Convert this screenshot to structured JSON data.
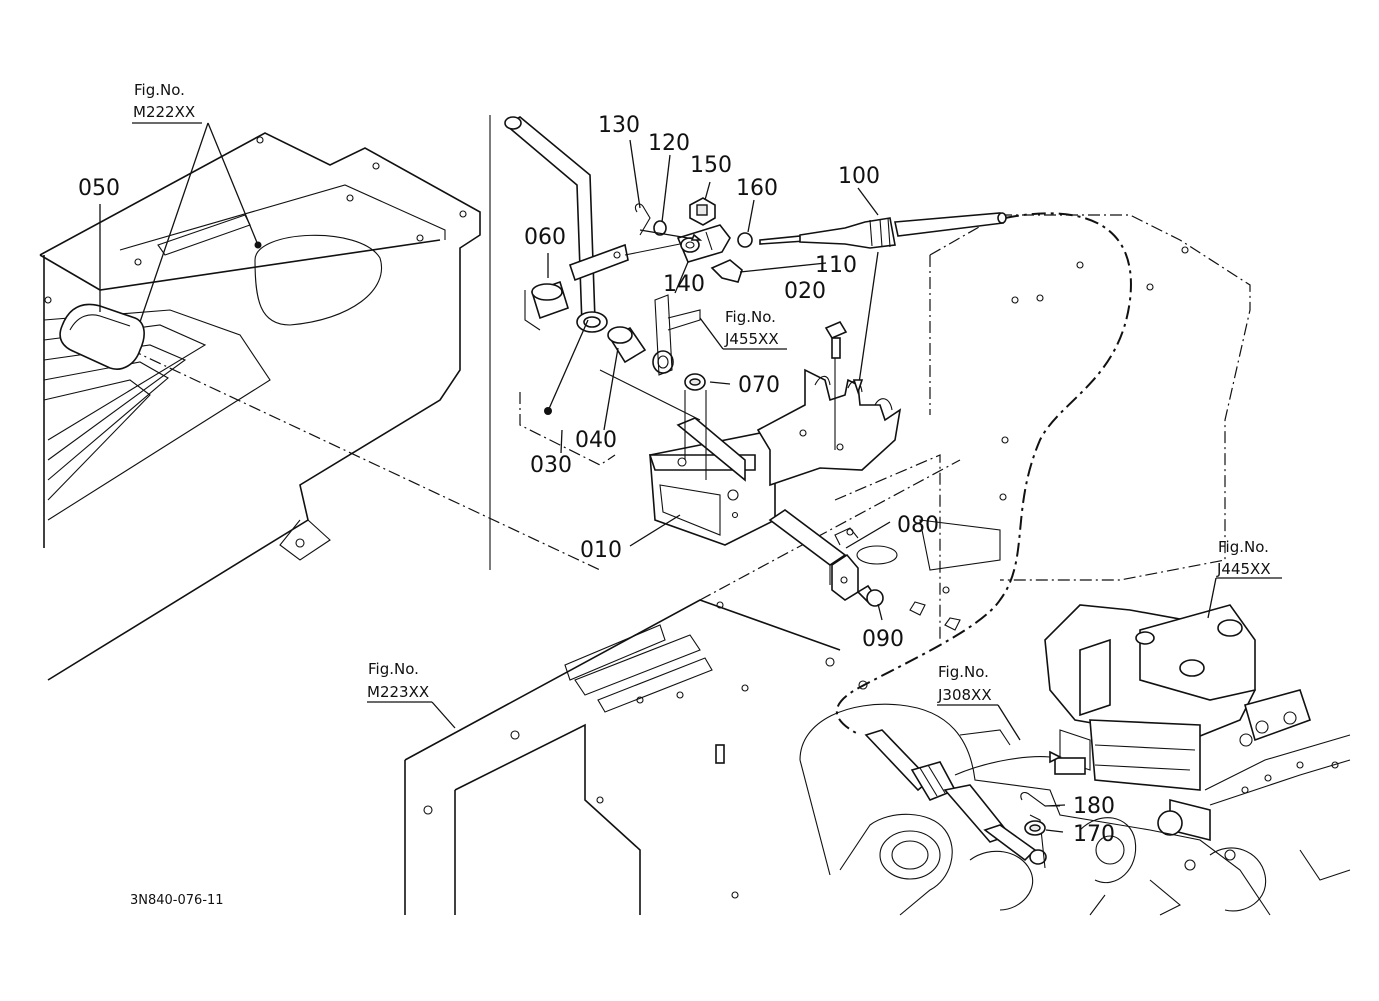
{
  "diagram": {
    "drawing_number": "3N840-076-11",
    "parts": [
      {
        "id": "p010",
        "label": "010"
      },
      {
        "id": "p020",
        "label": "020"
      },
      {
        "id": "p030",
        "label": "030"
      },
      {
        "id": "p040",
        "label": "040"
      },
      {
        "id": "p050",
        "label": "050"
      },
      {
        "id": "p060",
        "label": "060"
      },
      {
        "id": "p070",
        "label": "070"
      },
      {
        "id": "p080",
        "label": "080"
      },
      {
        "id": "p090",
        "label": "090"
      },
      {
        "id": "p100",
        "label": "100"
      },
      {
        "id": "p110",
        "label": "110"
      },
      {
        "id": "p120",
        "label": "120"
      },
      {
        "id": "p130",
        "label": "130"
      },
      {
        "id": "p140",
        "label": "140"
      },
      {
        "id": "p150",
        "label": "150"
      },
      {
        "id": "p160",
        "label": "160"
      },
      {
        "id": "p170",
        "label": "170"
      },
      {
        "id": "p180",
        "label": "180"
      }
    ],
    "figure_refs": [
      {
        "id": "M222",
        "caption": "Fig.No.",
        "code": "M222XX"
      },
      {
        "id": "J455",
        "caption": "Fig.No.",
        "code": "J455XX"
      },
      {
        "id": "M223",
        "caption": "Fig.No.",
        "code": "M223XX"
      },
      {
        "id": "J308",
        "caption": "Fig.No.",
        "code": "J308XX"
      },
      {
        "id": "J445",
        "caption": "Fig.No.",
        "code": "J445XX"
      }
    ]
  }
}
